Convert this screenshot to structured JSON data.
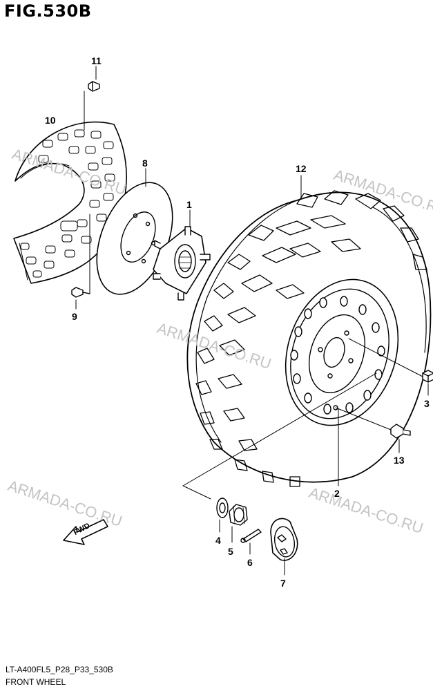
{
  "figure": {
    "title": "FIG.530B",
    "code": "LT-A400FL5_P28_P33_530B",
    "subtitle": "FRONT WHEEL"
  },
  "watermark": "ARMADA-CO.RU",
  "fwd_label": "FWD",
  "callouts": [
    "1",
    "2",
    "3",
    "4",
    "5",
    "6",
    "7",
    "8",
    "9",
    "10",
    "11",
    "12",
    "13"
  ]
}
